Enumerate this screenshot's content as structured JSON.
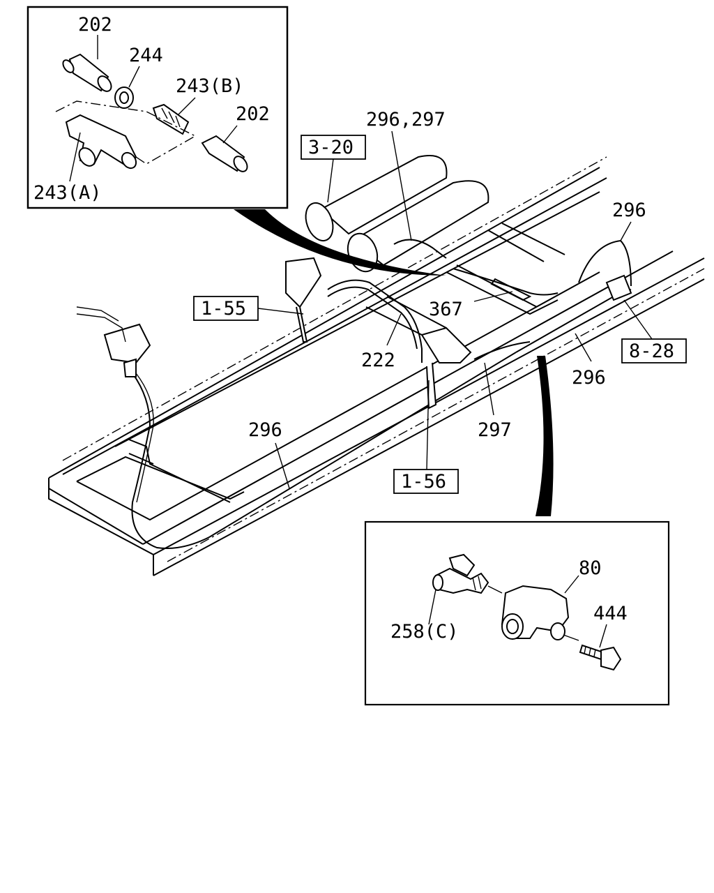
{
  "diagram": {
    "inset_top": {
      "labels": [
        "202",
        "244",
        "243(B)",
        "202",
        "243(A)"
      ]
    },
    "main": {
      "ref_boxes": [
        "3-20",
        "1-55",
        "8-28",
        "1-56"
      ],
      "labels": [
        "296,297",
        "296",
        "367",
        "222",
        "296",
        "297",
        "296"
      ]
    },
    "inset_bottom": {
      "labels": [
        "80",
        "444",
        "258(C)"
      ]
    }
  }
}
